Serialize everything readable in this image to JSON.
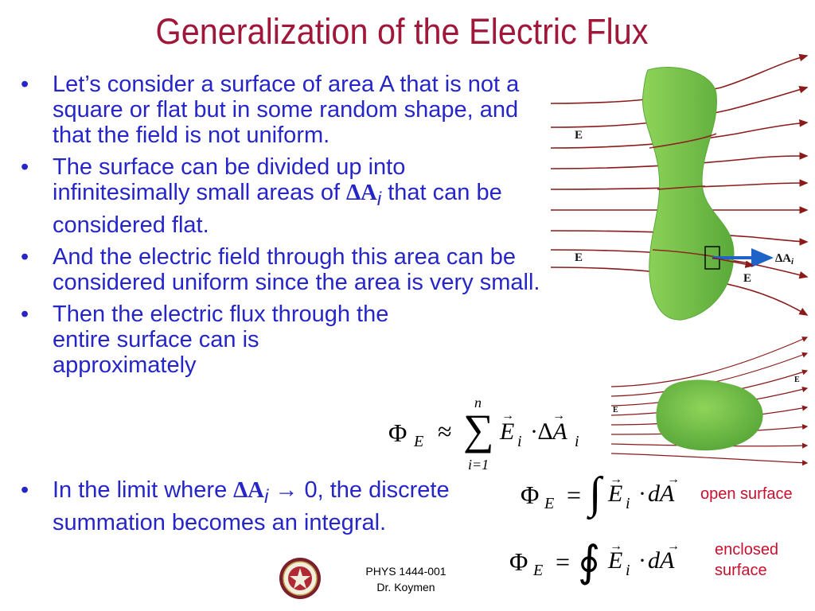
{
  "title": "Generalization of the Electric Flux",
  "bullets": [
    {
      "text": "Let’s consider a surface of area A that is not a square or flat but in some random shape, and that the field is not uniform."
    },
    {
      "pre": "The surface can be divided up into infinitesimally small areas of ",
      "sym": "∆A",
      "sub": "i",
      "post": " that can be considered flat."
    },
    {
      "text": "And the electric field through this area can be considered uniform since the area is very small."
    },
    {
      "text": "Then the electric flux through the entire surface can is approximately"
    },
    {
      "pre": "In the limit where ",
      "sym": "∆A",
      "sub": "i",
      "arrow": " → ",
      "post": "0, the discrete summation becomes an integral."
    }
  ],
  "bullet_marker": "•",
  "figure_top": {
    "label_e1": "E",
    "label_e2": "E",
    "label_e3": "E",
    "label_da": "∆A",
    "label_da_sub": "i"
  },
  "figure_bottom": {
    "label_e1": "E",
    "label_e2": "E"
  },
  "formulas": {
    "sum": {
      "phi": "Φ",
      "phi_sub": "E",
      "approx": "≈",
      "sigma": "∑",
      "upper": "n",
      "lower": "i=1",
      "term": "E",
      "term_sub": "i",
      "dot": "·",
      "delta": "∆A",
      "delta_sub": "i"
    },
    "open": {
      "phi": "Φ",
      "phi_sub": "E",
      "eq": "=",
      "int": "∫",
      "term": "E",
      "term_sub": "i",
      "dot": "·",
      "dA": "dA"
    },
    "closed": {
      "phi": "Φ",
      "phi_sub": "E",
      "eq": "=",
      "int": "∮",
      "term": "E",
      "term_sub": "i",
      "dot": "·",
      "dA": "dA"
    }
  },
  "notes": {
    "open": "open surface",
    "closed_1": "enclosed",
    "closed_2": "surface"
  },
  "footer": {
    "line1": "PHYS 1444-001",
    "line2": "Dr. Koymen"
  },
  "colors": {
    "title": "#a0173a",
    "body": "#2626c8",
    "note": "#c8102e",
    "surface": "#7cc34a",
    "field": "#8b1a1a",
    "normal": "#1e64c8"
  }
}
